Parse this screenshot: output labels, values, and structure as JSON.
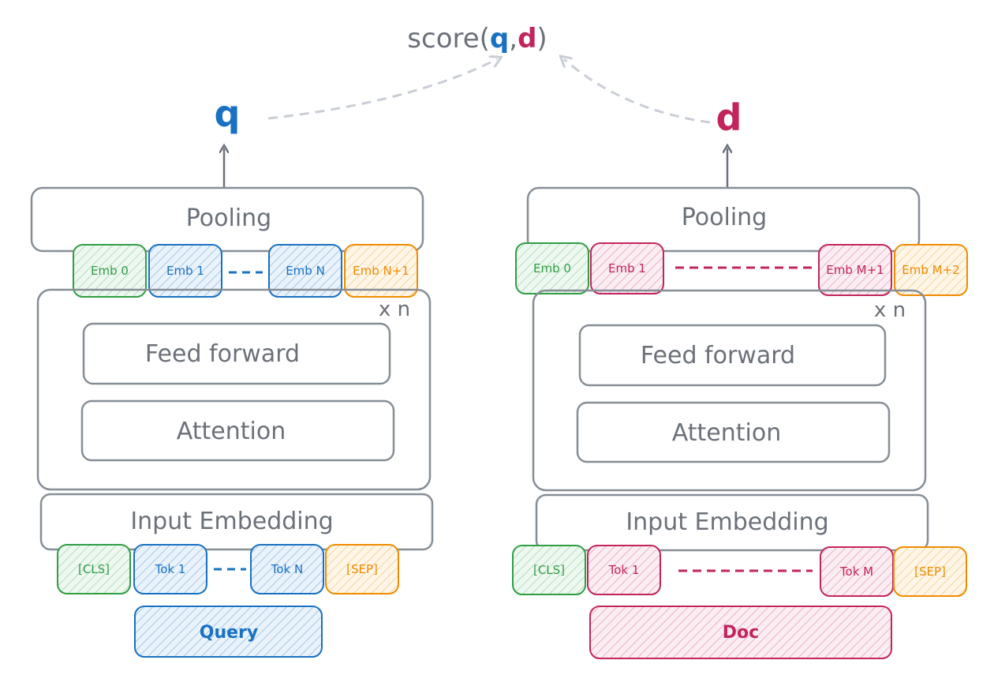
{
  "score": {
    "prefix": "score(",
    "q": "q",
    "comma": ",",
    "d": "d",
    "suffix": ")"
  },
  "colors": {
    "gray": "#6b7079",
    "blue": "#1971c2",
    "red": "#c2255c",
    "green": "#2f9e44",
    "orange": "#f08c00",
    "arrow_dash": "#c9ced6"
  },
  "query_tower": {
    "output_label": "q",
    "pooling": "Pooling",
    "embeddings": [
      "Emb 0",
      "Emb 1",
      "Emb N",
      "Emb N+1"
    ],
    "repeat": "x n",
    "feed_forward": "Feed forward",
    "attention": "Attention",
    "input_embedding": "Input Embedding",
    "tokens": [
      "[CLS]",
      "Tok 1",
      "Tok N",
      "[SEP]"
    ],
    "input": "Query"
  },
  "doc_tower": {
    "output_label": "d",
    "pooling": "Pooling",
    "embeddings": [
      "Emb 0",
      "Emb 1",
      "Emb M+1",
      "Emb M+2"
    ],
    "repeat": "x n",
    "feed_forward": "Feed forward",
    "attention": "Attention",
    "input_embedding": "Input Embedding",
    "tokens": [
      "[CLS]",
      "Tok 1",
      "Tok M",
      "[SEP]"
    ],
    "input": "Doc"
  }
}
